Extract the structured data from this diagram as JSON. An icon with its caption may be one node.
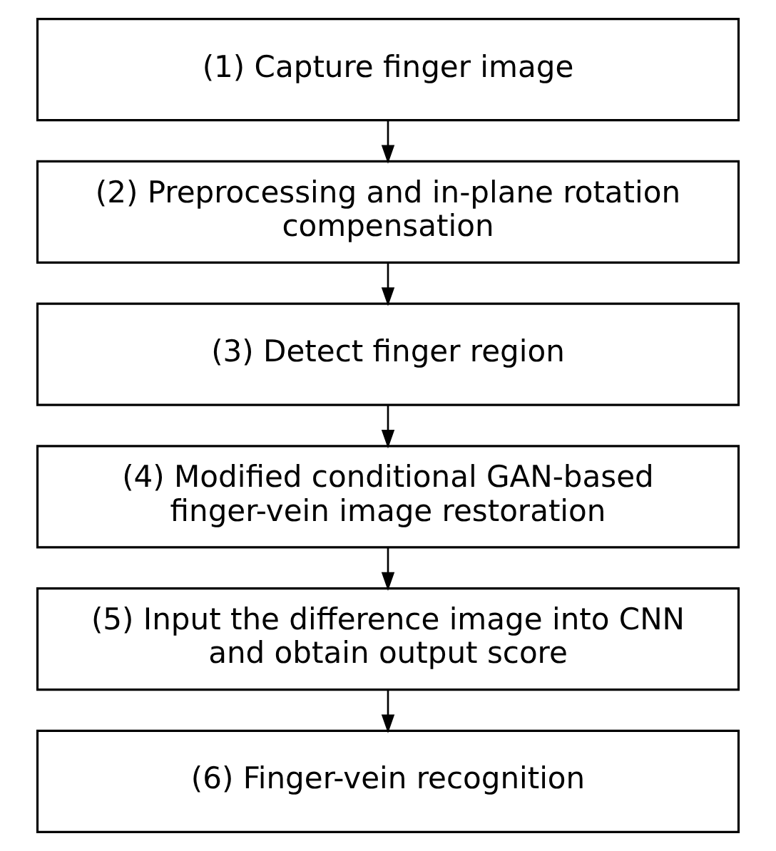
{
  "diagram": {
    "nodes": [
      {
        "text": [
          "(1) Capture finger image"
        ]
      },
      {
        "text": [
          "(2) Preprocessing and in-plane rotation compensation"
        ]
      },
      {
        "text": [
          "(3) Detect finger region"
        ]
      },
      {
        "text": [
          "(4) Modified conditional GAN-based finger-vein image restoration"
        ]
      },
      {
        "text": [
          "(5) Input the difference image into CNN and obtain output score"
        ]
      },
      {
        "text": [
          "(6) Finger-vein recognition"
        ]
      }
    ],
    "edges": [
      {
        "from": 0,
        "to": 1,
        "arrow": "to"
      },
      {
        "from": 1,
        "to": 2,
        "arrow": "to"
      },
      {
        "from": 2,
        "to": 3,
        "arrow": "to"
      },
      {
        "from": 3,
        "to": 4,
        "arrow": "to"
      },
      {
        "from": 4,
        "to": 5,
        "arrow": "to"
      }
    ]
  }
}
